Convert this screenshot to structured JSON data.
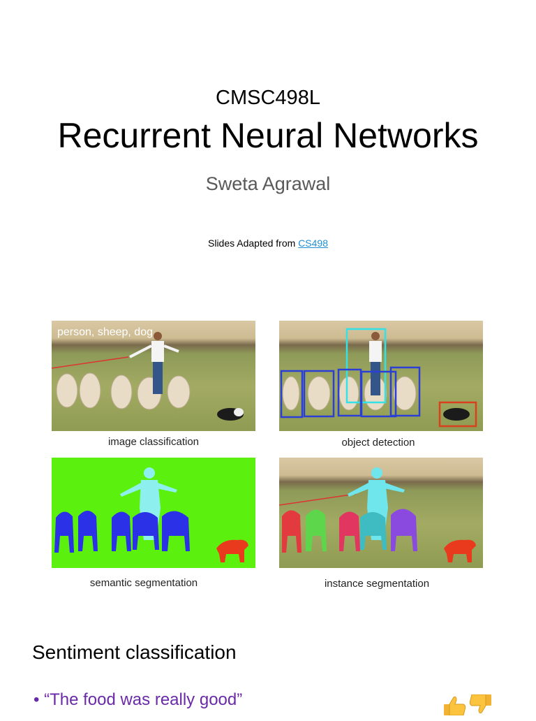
{
  "slide": {
    "course": "CMSC498L",
    "title": "Recurrent Neural Networks",
    "author": "Sweta Agrawal",
    "adapted_prefix": "Slides Adapted from ",
    "adapted_link": "CS498"
  },
  "figure": {
    "overlay_label": "person, sheep, dog",
    "captions": [
      "image classification",
      "object detection",
      "semantic segmentation",
      "instance segmentation"
    ]
  },
  "section": {
    "heading": "Sentiment classification",
    "bullet_marker": "•",
    "bullet_text": "“The food was really good”",
    "icons": [
      "thumbs-up-icon",
      "thumbs-down-icon"
    ]
  }
}
